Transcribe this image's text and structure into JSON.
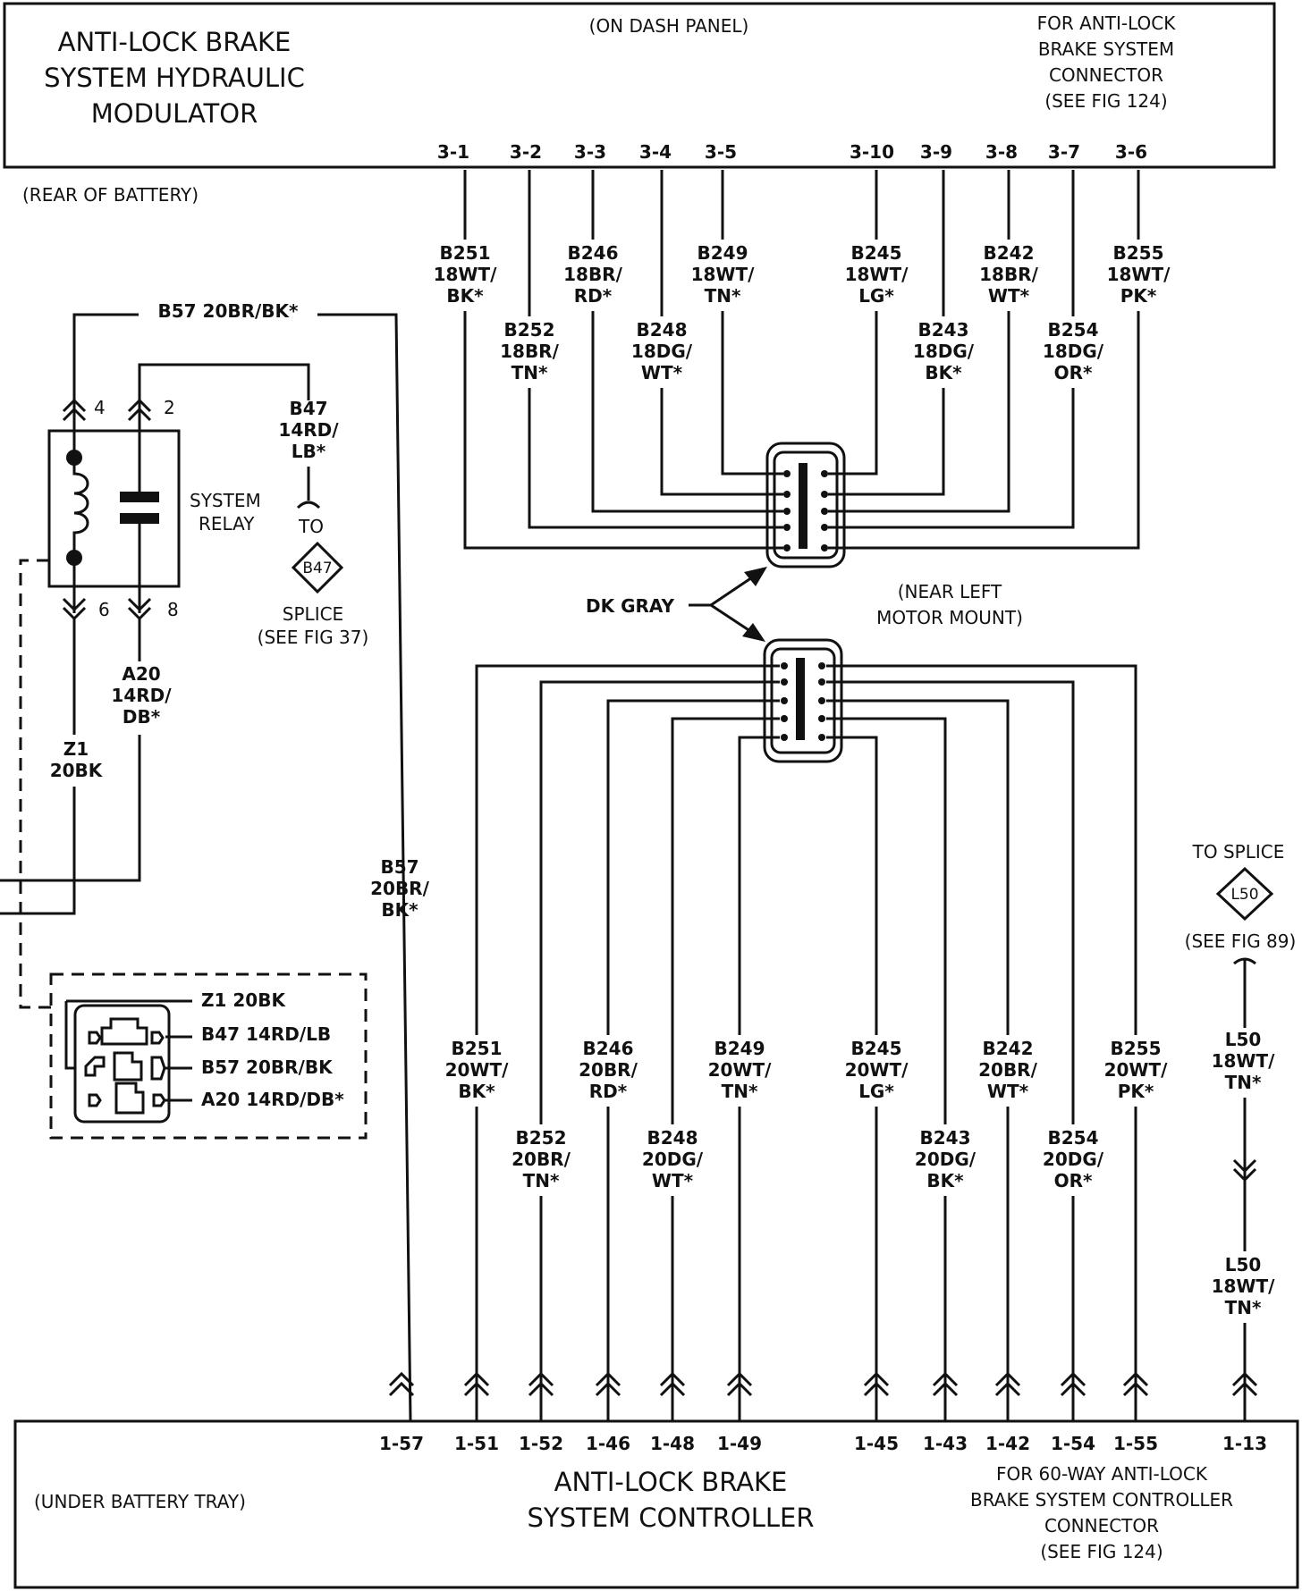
{
  "modulator": {
    "title_lines": [
      "ANTI-LOCK BRAKE",
      "SYSTEM HYDRAULIC",
      "MODULATOR"
    ],
    "location": "(ON DASH PANEL)",
    "connector_note_lines": [
      "FOR ANTI-LOCK",
      "BRAKE SYSTEM",
      "CONNECTOR",
      "(SEE FIG 124)"
    ],
    "pins": [
      "3-1",
      "3-2",
      "3-3",
      "3-4",
      "3-5",
      "3-10",
      "3-9",
      "3-8",
      "3-7",
      "3-6"
    ]
  },
  "relay": {
    "location": "(REAR OF BATTERY)",
    "label_lines": [
      "SYSTEM",
      "RELAY"
    ],
    "pins": [
      "4",
      "2",
      "6",
      "8"
    ],
    "top_wire": "B57 20BR/BK*",
    "b47_lines": [
      "B47",
      "14RD/",
      "LB*"
    ],
    "to": "TO",
    "splice_id": "B47",
    "splice_lines": [
      "SPLICE",
      "(SEE FIG 37)"
    ],
    "a20_lines": [
      "A20",
      "14RD/",
      "DB*"
    ],
    "z1_lines": [
      "Z1",
      "20BK"
    ],
    "b57_lines": [
      "B57",
      "20BR/",
      "BK*"
    ]
  },
  "relay_connector": {
    "wires": [
      "Z1 20BK",
      "B47 14RD/LB",
      "B57 20BR/BK",
      "A20 14RD/DB*"
    ]
  },
  "inline_connector": {
    "color": "DK GRAY",
    "location_lines": [
      "(NEAR LEFT",
      "MOTOR MOUNT)"
    ]
  },
  "upper_wires": [
    [
      "B251",
      "18WT/",
      "BK*"
    ],
    [
      "B252",
      "18BR/",
      "TN*"
    ],
    [
      "B246",
      "18BR/",
      "RD*"
    ],
    [
      "B248",
      "18DG/",
      "WT*"
    ],
    [
      "B249",
      "18WT/",
      "TN*"
    ],
    [
      "B245",
      "18WT/",
      "LG*"
    ],
    [
      "B243",
      "18DG/",
      "BK*"
    ],
    [
      "B242",
      "18BR/",
      "WT*"
    ],
    [
      "B254",
      "18DG/",
      "OR*"
    ],
    [
      "B255",
      "18WT/",
      "PK*"
    ]
  ],
  "lower_wires": [
    [
      "B251",
      "20WT/",
      "BK*"
    ],
    [
      "B252",
      "20BR/",
      "TN*"
    ],
    [
      "B246",
      "20BR/",
      "RD*"
    ],
    [
      "B248",
      "20DG/",
      "WT*"
    ],
    [
      "B249",
      "20WT/",
      "TN*"
    ],
    [
      "B245",
      "20WT/",
      "LG*"
    ],
    [
      "B243",
      "20DG/",
      "BK*"
    ],
    [
      "B242",
      "20BR/",
      "WT*"
    ],
    [
      "B254",
      "20DG/",
      "OR*"
    ],
    [
      "B255",
      "20WT/",
      "PK*"
    ]
  ],
  "l50": {
    "to_splice": "TO SPLICE",
    "splice_id": "L50",
    "see": "(SEE FIG 89)",
    "upper_lines": [
      "L50",
      "18WT/",
      "TN*"
    ],
    "lower_lines": [
      "L50",
      "18WT/",
      "TN*"
    ]
  },
  "controller": {
    "title_lines": [
      "ANTI-LOCK BRAKE",
      "SYSTEM CONTROLLER"
    ],
    "location": "(UNDER BATTERY TRAY)",
    "connector_note_lines": [
      "FOR 60-WAY ANTI-LOCK",
      "BRAKE SYSTEM CONTROLLER",
      "CONNECTOR",
      "(SEE FIG 124)"
    ],
    "pins": [
      "1-57",
      "1-51",
      "1-52",
      "1-46",
      "1-48",
      "1-49",
      "1-45",
      "1-43",
      "1-42",
      "1-54",
      "1-55",
      "1-13"
    ]
  }
}
